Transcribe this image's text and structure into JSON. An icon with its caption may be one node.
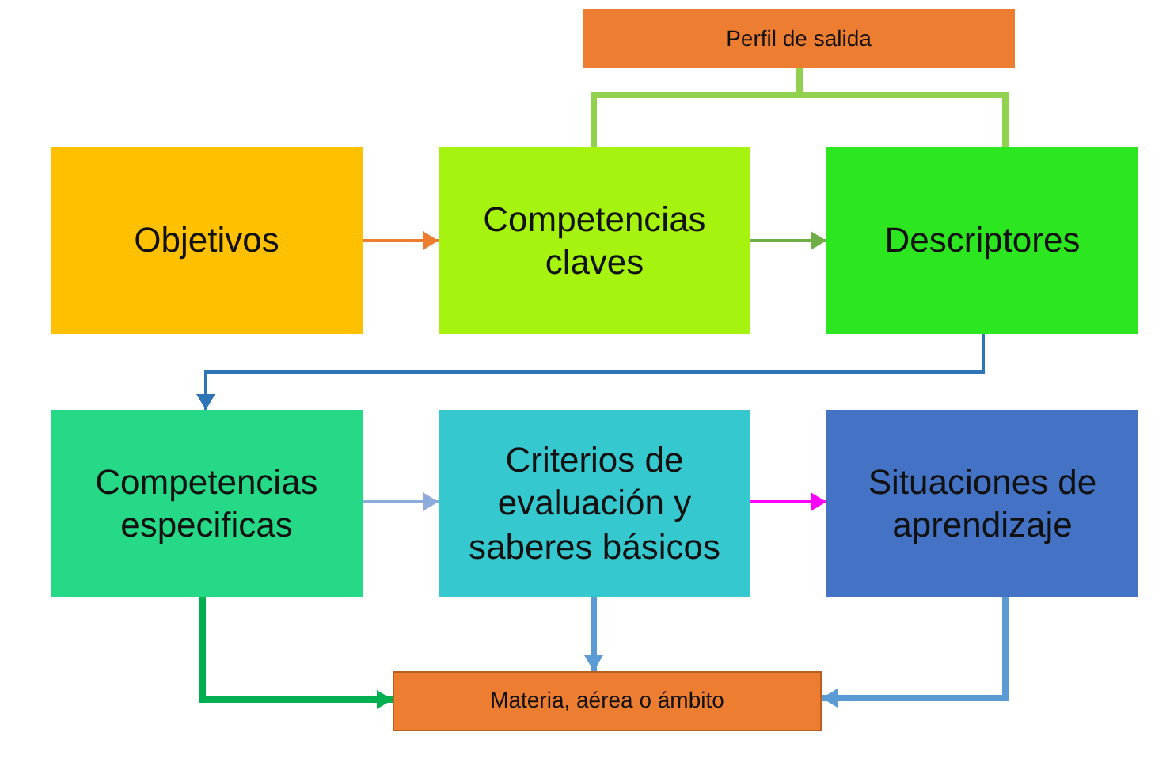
{
  "diagram": {
    "nodes": [
      {
        "text": [
          "Perfil de salida"
        ]
      },
      {
        "text": [
          "Objetivos"
        ]
      },
      {
        "text": [
          "Competencias claves"
        ]
      },
      {
        "text": [
          "Descriptores"
        ]
      },
      {
        "text": [
          "Competencias especificas"
        ]
      },
      {
        "text": [
          "Criterios de evaluación y saberes básicos"
        ]
      },
      {
        "text": [
          "Situaciones de aprendizaje"
        ]
      },
      {
        "text": [
          "Materia, aérea o ámbito"
        ]
      }
    ],
    "edges": [
      {
        "from": 1,
        "to": 2,
        "arrow": "to",
        "color": "#ed7d31"
      },
      {
        "from": 2,
        "to": 3,
        "arrow": "to",
        "color": "#70ad47"
      },
      {
        "from": 0,
        "to": 2,
        "arrow": "none",
        "style": "thick",
        "color": "#92d050"
      },
      {
        "from": 0,
        "to": 3,
        "arrow": "none",
        "style": "thick",
        "color": "#92d050"
      },
      {
        "from": 3,
        "to": 4,
        "arrow": "to",
        "color": "#2e75b6"
      },
      {
        "from": 4,
        "to": 5,
        "arrow": "to",
        "color": "#8faadc"
      },
      {
        "from": 5,
        "to": 6,
        "arrow": "to",
        "color": "#ff00ff"
      },
      {
        "from": 4,
        "to": 7,
        "arrow": "to",
        "style": "thick",
        "color": "#00b050"
      },
      {
        "from": 5,
        "to": 7,
        "arrow": "to",
        "style": "thick",
        "color": "#5b9bd5"
      },
      {
        "from": 6,
        "to": 7,
        "arrow": "to",
        "style": "thick",
        "color": "#5b9bd5"
      }
    ]
  }
}
